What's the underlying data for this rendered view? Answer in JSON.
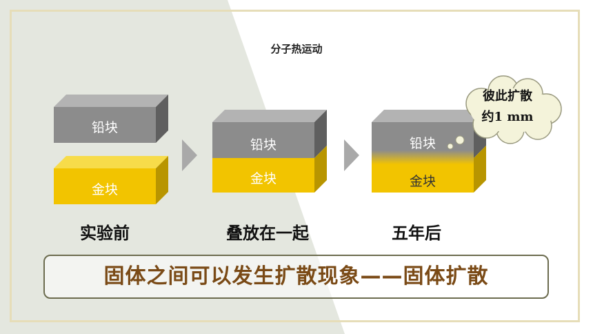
{
  "slide": {
    "title": "分子热运动",
    "stages": [
      {
        "caption": "实验前",
        "top_block": "铅块",
        "bottom_block": "金块"
      },
      {
        "caption": "叠放在一起",
        "top_block": "铅块",
        "bottom_block": "金块"
      },
      {
        "caption": "五年后",
        "top_block": "铅块",
        "bottom_block": "金块"
      }
    ],
    "cloud": {
      "line1": "彼此扩散",
      "line2": "约1 mm"
    },
    "conclusion": "固体之间可以发生扩散现象——固体扩散"
  },
  "colors": {
    "background_diagonal": "#e4e7df",
    "frame": "#e6ddb8",
    "lead_gray": "#8c8c8c",
    "gold": "#f2c400",
    "arrow": "#a9a9a9",
    "banner_border": "#6b6b4e",
    "banner_text": "#7a4a16",
    "cloud_fill": "#f4f3da"
  }
}
